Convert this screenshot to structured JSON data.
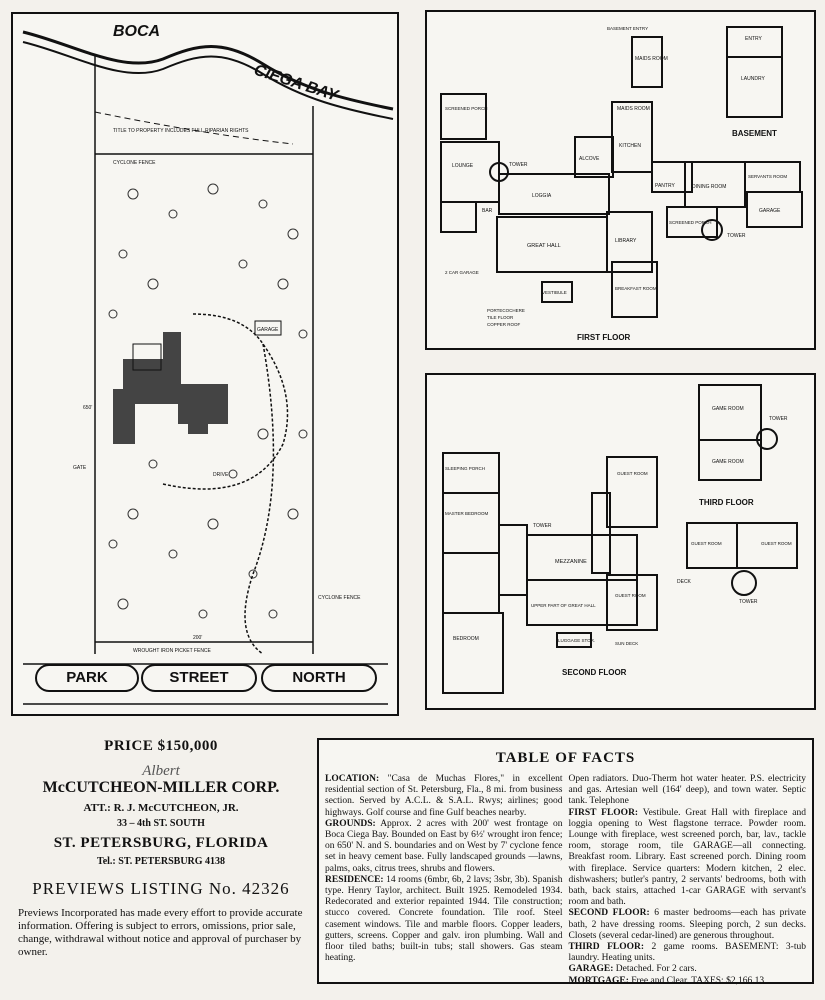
{
  "site_plan": {
    "bay_label_1": "BOCA",
    "bay_label_2": "CIEGA BAY",
    "riparian_note": "TITLE TO PROPERTY INCLUDES FULL RIPARIAN RIGHTS",
    "cyclone_fence_top": "CYCLONE FENCE",
    "cyclone_fence_right": "CYCLONE FENCE",
    "garage_label": "GARAGE",
    "gate_label": "GATE",
    "drive_label": "DRIVE",
    "picket_fence": "WROUGHT IRON PICKET FENCE",
    "dim_left": "650'",
    "dim_bottom": "200'",
    "streets": [
      "PARK",
      "STREET",
      "NORTH"
    ]
  },
  "first_floor": {
    "title": "FIRST FLOOR",
    "basement_title": "BASEMENT",
    "rooms": {
      "basement_entry": "BASEMENT ENTRY",
      "maids_room_1": "MAIDS ROOM",
      "maids_room_2": "MAIDS ROOM",
      "entry": "ENTRY",
      "laundry": "LAUNDRY",
      "screened_porch": "SCREENED PORCH",
      "lounge": "LOUNGE",
      "tower_1": "TOWER",
      "loggia": "LOGGIA",
      "alcove": "ALCOVE",
      "kitchen": "KITCHEN",
      "pantry": "PANTRY",
      "dining_room": "DINING ROOM",
      "servants_room": "SERVANTS ROOM",
      "garage": "GARAGE",
      "screened_porch_2": "SCREENED PORCH",
      "tower_2": "TOWER",
      "bar": "BAR",
      "great_hall": "GREAT HALL",
      "library": "LIBRARY",
      "vestibule": "VESTIBULE",
      "garage_2": "2 CAR GARAGE",
      "breakfast_room": "BREAKFAST ROOM",
      "porte_cochere": "PORTECOCHERE",
      "tile_floor": "TILE FLOOR",
      "copper_roof": "COPPER ROOF"
    }
  },
  "second_floor": {
    "title": "SECOND FLOOR",
    "third_title": "THIRD FLOOR",
    "rooms": {
      "sleeping_porch": "SLEEPING PORCH",
      "master_bedroom": "MASTER BEDROOM",
      "guest_room_1": "GUEST ROOM",
      "guest_room_2": "GUEST ROOM",
      "mezzanine": "MEZZANINE",
      "upper_great_hall": "UPPER PART OF GREAT HALL",
      "bedroom": "BEDROOM",
      "tower_1": "TOWER",
      "tower_2": "TOWER",
      "tower_3": "TOWER",
      "sun_deck": "SUN DECK",
      "deck": "DECK",
      "game_room_1": "GAME ROOM",
      "game_room_2": "GAME ROOM",
      "guest_room_3": "GUEST ROOM",
      "guest_room_4": "GUEST ROOM",
      "luggage": "LUGGAGE STOR."
    }
  },
  "price": {
    "price": "PRICE $150,000",
    "signature": "Albert",
    "company": "McCUTCHEON-MILLER CORP.",
    "attention": "ATT.: R. J. McCUTCHEON, JR.",
    "address": "33 – 4th ST. SOUTH",
    "city": "ST. PETERSBURG, FLORIDA",
    "tel": "Tel.: ST. PETERSBURG 4138",
    "listing": "PREVIEWS LISTING No. 42326",
    "disclaimer": "Previews Incorporated has made every effort to provide accurate information. Offering is subject to errors, omissions, prior sale, change, withdrawal without notice and approval of purchaser by owner."
  },
  "facts": {
    "title": "TABLE OF FACTS",
    "location_label": "LOCATION:",
    "location_text": "\"Casa de Muchas Flores,\" in excellent residential section of St. Petersburg, Fla., 8 mi. from business section. Served by A.C.L. & S.A.L. Rwys; airlines; good highways. Golf course and fine Gulf beaches nearby.",
    "grounds_label": "GROUNDS:",
    "grounds_text": "Approx. 2 acres with 200' west frontage on Boca Ciega Bay. Bounded on East by 6½' wrought iron fence; on 650' N. and S. boundaries and on West by 7' cyclone fence set in heavy cement base. Fully landscaped grounds —lawns, palms, oaks, citrus trees, shrubs and flowers.",
    "residence_label": "RESIDENCE:",
    "residence_text": "14 rooms (6mbr, 6b, 2 lavs; 3sbr, 3b). Spanish type. Henry Taylor, architect. Built 1925. Remodeled 1934. Redecorated and exterior repainted 1944. Tile construction; stucco covered. Concrete foundation. Tile roof. Steel casement windows. Tile and marble floors. Copper leaders, gutters, screens. Copper and galv. iron plumbing. Wall and floor tiled baths; built-in tubs; stall showers. Gas steam heating.",
    "col2_intro": "Open radiators. Duo-Therm hot water heater. P.S. electricity and gas. Artesian well (164' deep), and town water. Septic tank. Telephone",
    "first_floor_label": "FIRST FLOOR:",
    "first_floor_text": "Vestibule. Great Hall with fireplace and loggia opening to West flagstone terrace. Powder room. Lounge with fireplace, west screened porch, bar, lav., tackle room, storage room, tile GARAGE—all connecting. Breakfast room. Library. East screened porch. Dining room with fireplace. Service quarters: Modern kitchen, 2 elec. dishwashers; butler's pantry, 2 servants' bedrooms, both with bath, back stairs, attached 1-car GARAGE with servant's room and bath.",
    "second_floor_label": "SECOND FLOOR:",
    "second_floor_text": "6 master bedrooms—each has private bath, 2 have dressing rooms. Sleeping porch, 2 sun decks. Closets (several cedar-lined) are generous throughout.",
    "third_floor_label": "THIRD FLOOR:",
    "third_floor_text": "2 game rooms. BASEMENT: 3-tub laundry. Heating units.",
    "garage_label": "GARAGE:",
    "garage_text": "Detached. For 2 cars.",
    "mortgage_label": "MORTGAGE:",
    "mortgage_text": "Free and Clear. TAXES: $2,166.13"
  }
}
